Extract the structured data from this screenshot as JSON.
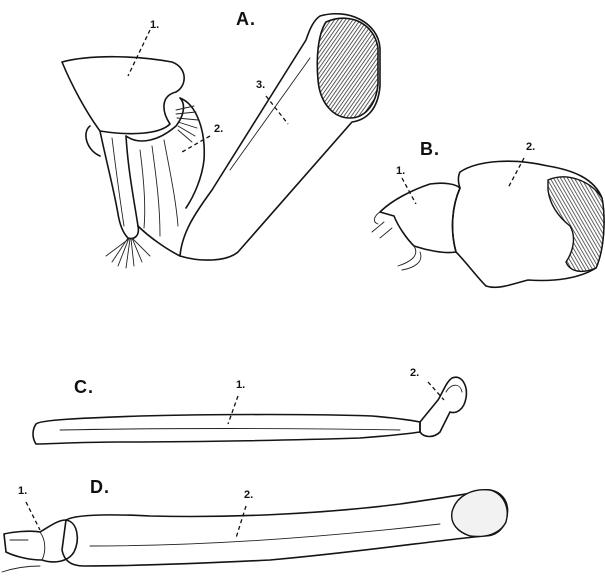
{
  "figures": [
    {
      "letter": "A.",
      "parts": [
        "1.",
        "2.",
        "3."
      ]
    },
    {
      "letter": "B.",
      "parts": [
        "1.",
        "2."
      ]
    },
    {
      "letter": "C.",
      "parts": [
        "1.",
        "2."
      ]
    },
    {
      "letter": "D.",
      "parts": [
        "1.",
        "2."
      ]
    }
  ],
  "colors": {
    "ink": "#141414",
    "paper": "#ffffff",
    "hatch": "#333333"
  }
}
